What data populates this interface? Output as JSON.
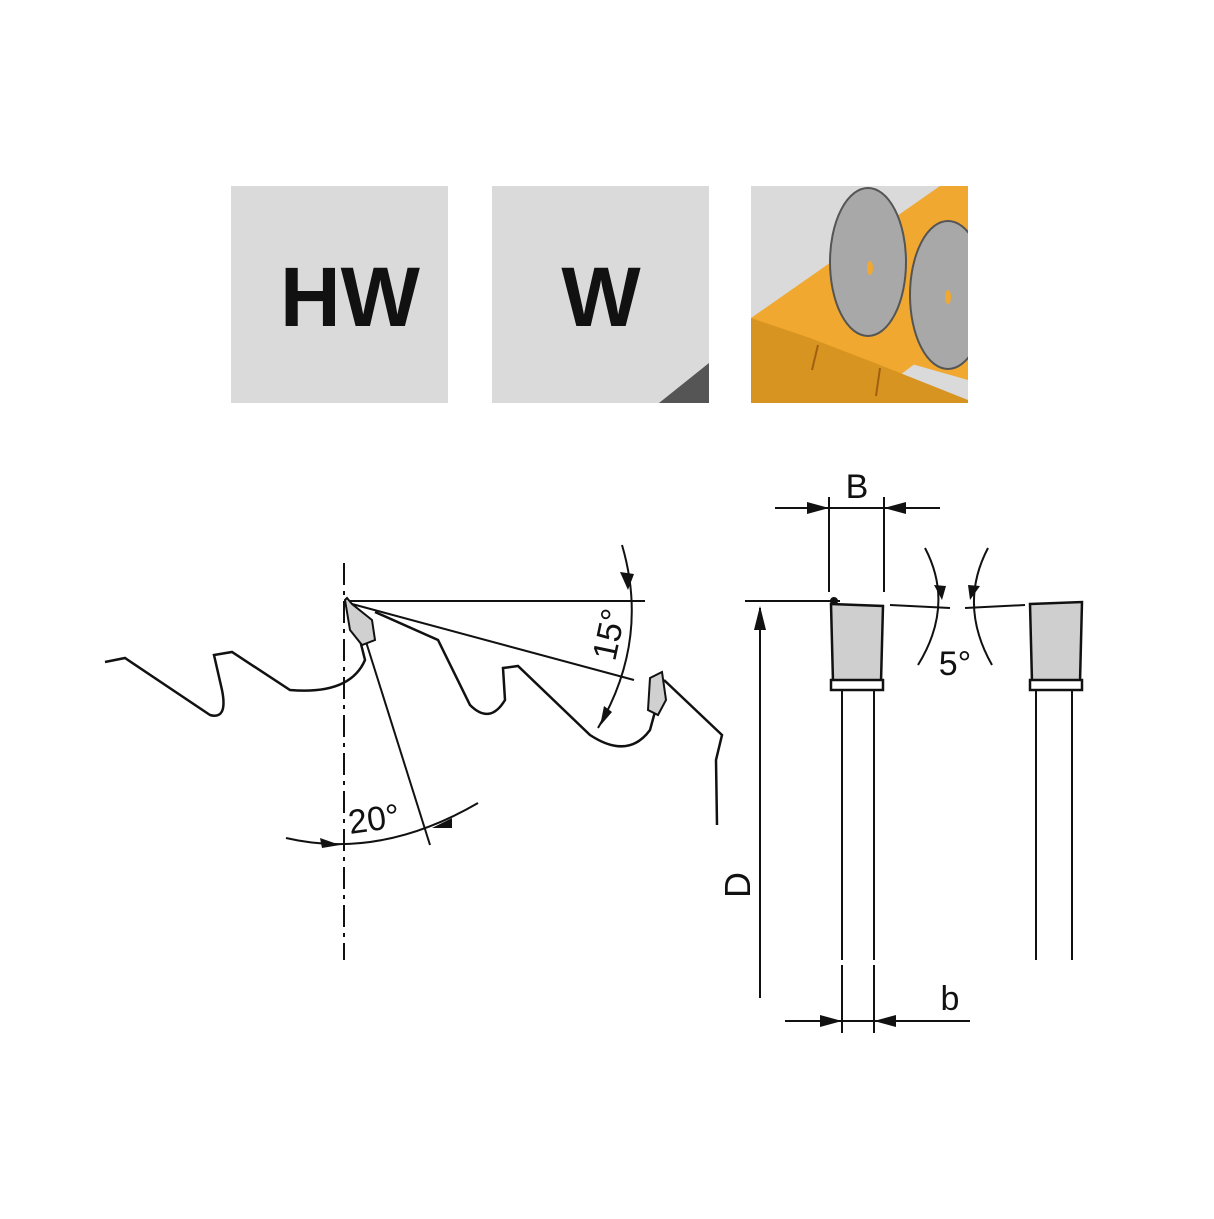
{
  "icons": [
    {
      "label": "HW",
      "name": "hw-carbide-icon"
    },
    {
      "label": "W",
      "name": "w-tool-steel-icon"
    },
    {
      "label": "",
      "name": "saw-blades-cutting-board-icon"
    }
  ],
  "diagram": {
    "hook_angle": "15°",
    "clearance_angle": "20°",
    "side_angle": "5°",
    "kerf_width": "B",
    "diameter": "D",
    "plate_thickness": "b"
  },
  "colors": {
    "tile": "#dadada",
    "wood": "#f0a830",
    "wood_dark": "#d89420",
    "blade": "#a8a8a8",
    "line": "#111111"
  }
}
